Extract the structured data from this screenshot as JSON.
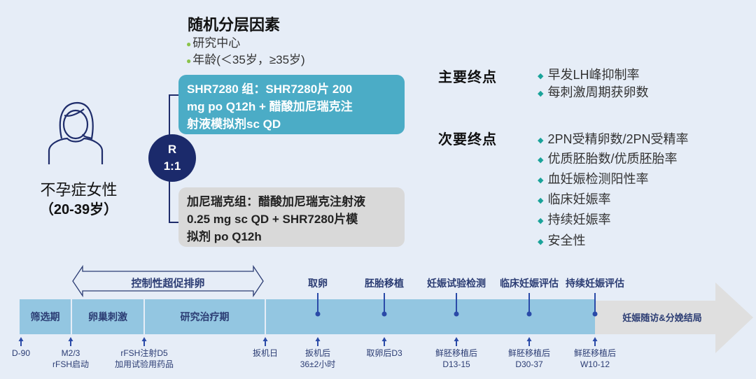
{
  "stratification": {
    "title": "随机分层因素",
    "items": [
      "研究中心",
      "年龄(＜35岁，≥35岁)"
    ]
  },
  "population": {
    "line1": "不孕症女性",
    "line2": "（20-39岁）"
  },
  "randomization": {
    "line1": "R",
    "line2": "1:1"
  },
  "arms": [
    {
      "lines": [
        "SHR7280 组：SHR7280片 200",
        "mg po Q12h + 醋酸加尼瑞克注",
        "射液模拟剂sc QD"
      ]
    },
    {
      "lines": [
        "加尼瑞克组：醋酸加尼瑞克注射液",
        "0.25 mg sc QD + SHR7280片模",
        "拟剂 po Q12h"
      ]
    }
  ],
  "endpoints": {
    "primary": {
      "label": "主要终点",
      "items": [
        "早发LH峰抑制率",
        "每刺激周期获卵数"
      ]
    },
    "secondary": {
      "label": "次要终点",
      "items": [
        "2PN受精卵数/2PN受精率",
        "优质胚胎数/优质胚胎率",
        "血妊娠检测阳性率",
        "临床妊娠率",
        "持续妊娠率",
        "安全性"
      ]
    }
  },
  "timeline": {
    "cos_label": "控制性超促排卵",
    "segments": [
      "筛选期",
      "卵巢刺激",
      "研究治疗期"
    ],
    "followup": "妊娠随访&分娩结局",
    "events": [
      "取卵",
      "胚胎移植",
      "妊娠试验检测",
      "临床妊娠评估",
      "持续妊娠评估"
    ],
    "timepoints": [
      {
        "a": "D-90",
        "b": ""
      },
      {
        "a": "M2/3",
        "b": "rFSH启动"
      },
      {
        "a": "rFSH注射D5",
        "b": "加用试验用药品"
      },
      {
        "a": "扳机日",
        "b": ""
      },
      {
        "a": "扳机后",
        "b": "36±2小时"
      },
      {
        "a": "取卵后D3",
        "b": ""
      },
      {
        "a": "鲜胚移植后",
        "b": "D13-15"
      },
      {
        "a": "鲜胚移植后",
        "b": "D30-37"
      },
      {
        "a": "鲜胚移植后",
        "b": "W10-12"
      }
    ]
  },
  "colors": {
    "teal": "#4bacc6",
    "navy": "#1b2a6b",
    "bar": "#93c6e1",
    "gray": "#d9d9d9"
  }
}
